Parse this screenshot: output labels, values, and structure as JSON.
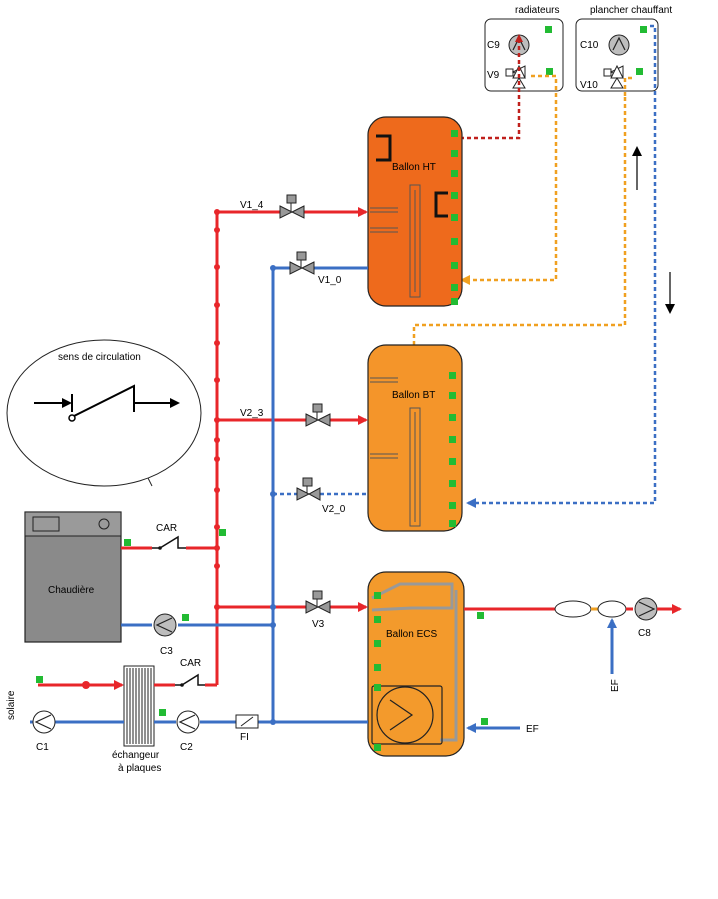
{
  "colors": {
    "hot": "#e8262a",
    "cold": "#3b6fc4",
    "orange_dash": "#f0a020",
    "tank_ht": "#ee6a1c",
    "tank_bt": "#f4952a",
    "tank_ecs": "#f39a2c",
    "boiler": "#8a8a8a",
    "sensor": "#22bb33"
  },
  "labels": {
    "radiateurs": "radiateurs",
    "plancher": "plancher chauffant",
    "c9": "C9",
    "v9": "V9",
    "c10": "C10",
    "v10": "V10",
    "ballon_ht": "Ballon HT",
    "ballon_bt": "Ballon BT",
    "ballon_ecs": "Ballon ECS",
    "v1_4": "V1_4",
    "v1_0": "V1_0",
    "v2_3": "V2_3",
    "v2_0": "V2_0",
    "v3": "V3",
    "car_top": "CAR",
    "car_bottom": "CAR",
    "chaudiere": "Chaudière",
    "c3": "C3",
    "c8": "C8",
    "ef_right": "EF",
    "ef_bottom": "EF",
    "solaire": "solaire",
    "c1": "C1",
    "c2": "C2",
    "fi": "FI",
    "echangeur_1": "échangeur",
    "echangeur_2": "à plaques",
    "sens": "sens de circulation"
  }
}
